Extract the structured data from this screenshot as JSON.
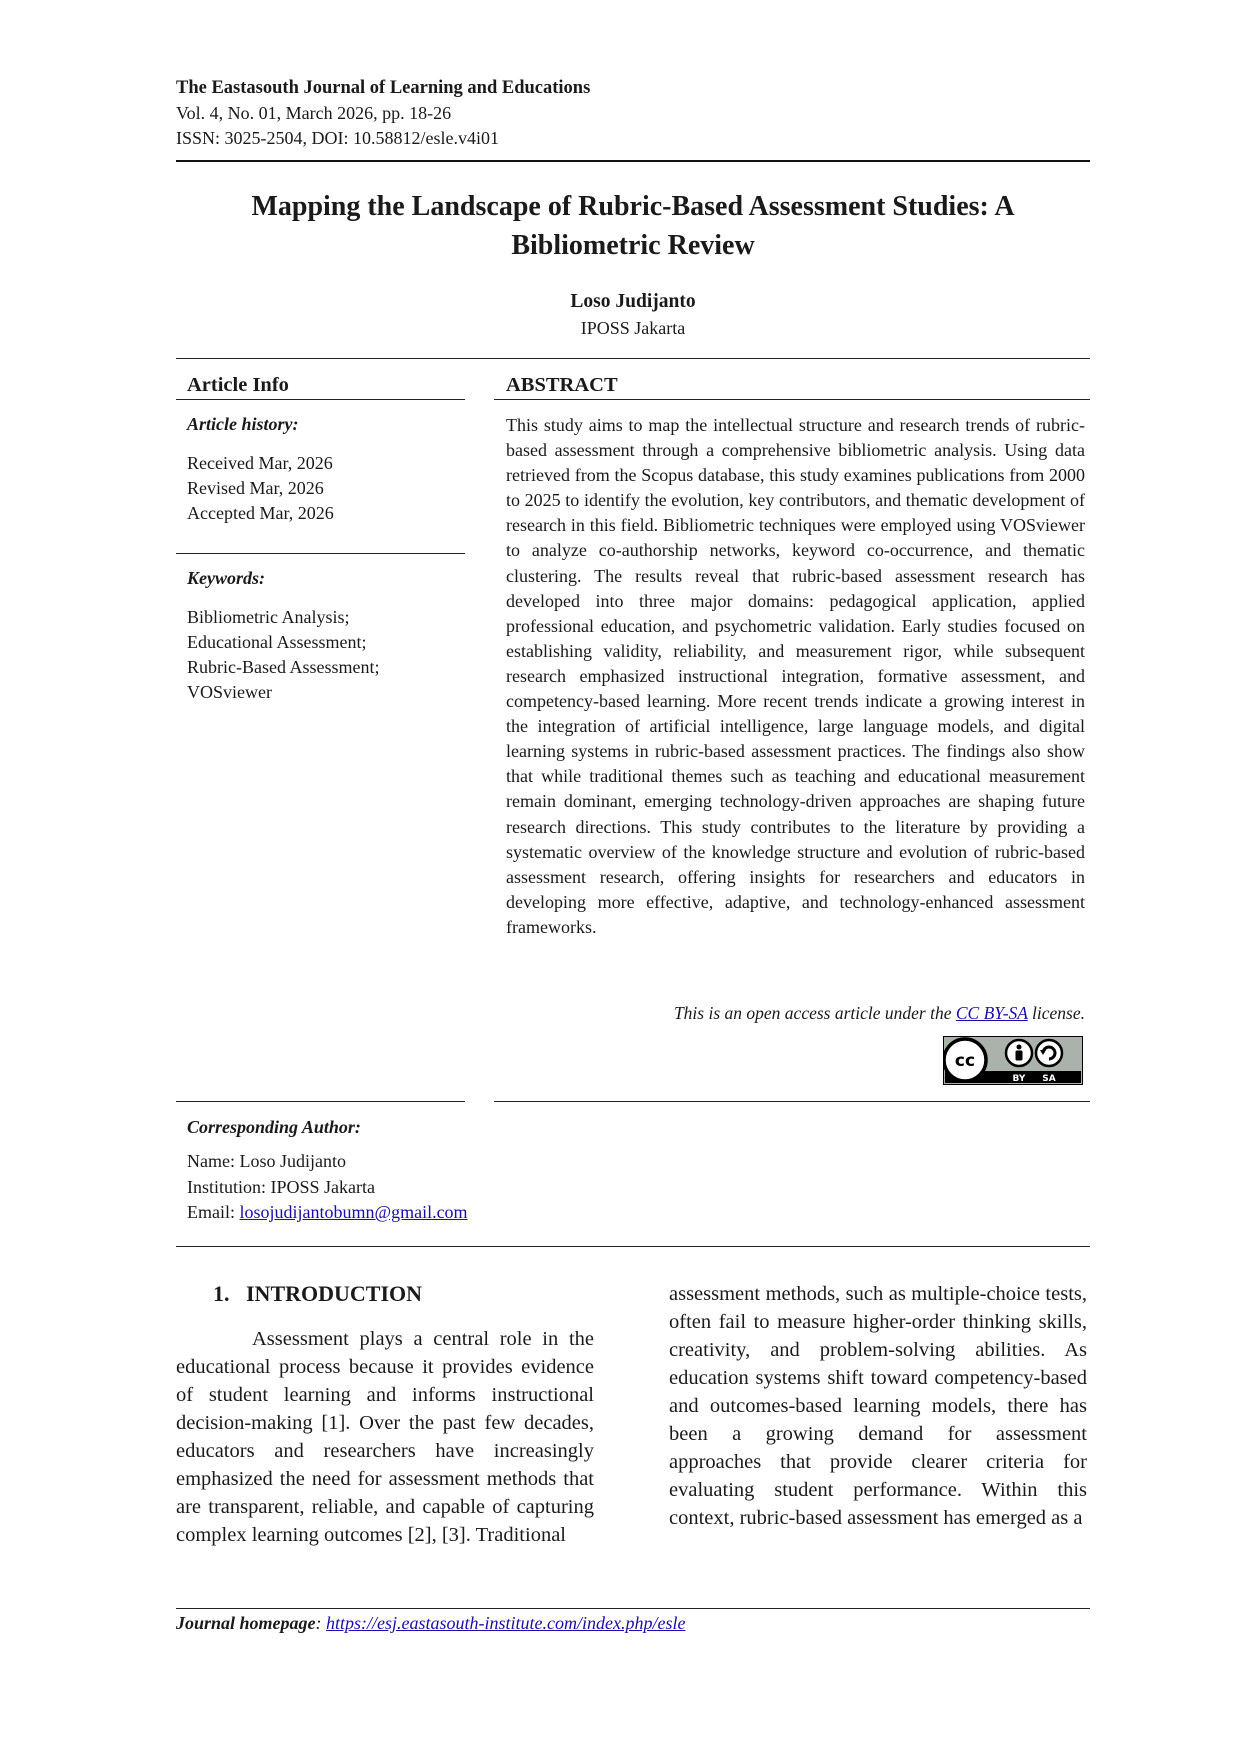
{
  "journal": {
    "name": "The Eastasouth Journal of Learning and Educations",
    "volume": "Vol. 4, No. 01, March 2026, pp. 18-26",
    "issn": "ISSN: 3025-2504, DOI: 10.58812/esle.v4i01"
  },
  "paper": {
    "title_line1": "Mapping the Landscape of Rubric-Based Assessment Studies: A",
    "title_line2": "Bibliometric Review",
    "author": "Loso Judijanto",
    "affiliation": "IPOSS Jakarta"
  },
  "article_info": {
    "heading": "Article Info",
    "history_label": "Article history:",
    "history": [
      "Received Mar, 2026",
      "Revised Mar, 2026",
      "Accepted Mar, 2026"
    ],
    "keywords_label": "Keywords:",
    "keywords": [
      "Bibliometric Analysis;",
      "Educational Assessment;",
      "Rubric-Based Assessment;",
      "VOSviewer"
    ]
  },
  "abstract": {
    "heading": "ABSTRACT",
    "text": "This study aims to map the intellectual structure and research trends of rubric-based assessment through a comprehensive bibliometric analysis. Using data retrieved from the Scopus database, this study examines publications from 2000 to 2025 to identify the evolution, key contributors, and thematic development of research in this field. Bibliometric techniques were employed using VOSviewer to analyze co-authorship networks, keyword co-occurrence, and thematic clustering. The results reveal that rubric-based assessment research has developed into three major domains: pedagogical application, applied professional education, and psychometric validation. Early studies focused on establishing validity, reliability, and measurement rigor, while subsequent research emphasized instructional integration, formative assessment, and competency-based learning. More recent trends indicate a growing interest in the integration of artificial intelligence, large language models, and digital learning systems in rubric-based assessment practices. The findings also show that while traditional themes such as teaching and educational measurement remain dominant, emerging technology-driven approaches are shaping future research directions. This study contributes to the literature by providing a systematic overview of the knowledge structure and evolution of rubric-based assessment research, offering insights for researchers and educators in developing more effective, adaptive, and technology-enhanced assessment frameworks.",
    "license_prefix": "This is an open access article under the ",
    "license_link": "CC BY-SA",
    "license_suffix": " license.",
    "badge_cc": "cc",
    "badge_by": "BY",
    "badge_sa": "SA"
  },
  "corresponding": {
    "label": "Corresponding Author:",
    "name": "Name: Loso Judijanto",
    "institution": "Institution: IPOSS Jakarta",
    "email_label": "Email: ",
    "email": "losojudijantobumn@gmail.com"
  },
  "introduction": {
    "heading_num": "1.",
    "heading": "INTRODUCTION",
    "col1": "Assessment plays a central role in the educational process because it provides evidence of student learning and informs instructional decision-making [1]. Over the past few decades, educators and researchers have increasingly emphasized the need for assessment methods that are transparent, reliable, and capable of capturing complex learning outcomes [2], [3]. Traditional",
    "col2": "assessment methods, such as multiple-choice tests, often fail to measure higher-order thinking skills, creativity, and problem-solving abilities. As education systems shift toward competency-based and outcomes-based learning models, there has been a growing demand for assessment approaches that provide clearer criteria for evaluating student performance. Within this context, rubric-based assessment has emerged as a"
  },
  "footer": {
    "label": "Journal homepage",
    "sep": ": ",
    "url": "https://esj.eastasouth-institute.com/index.php/esle"
  }
}
